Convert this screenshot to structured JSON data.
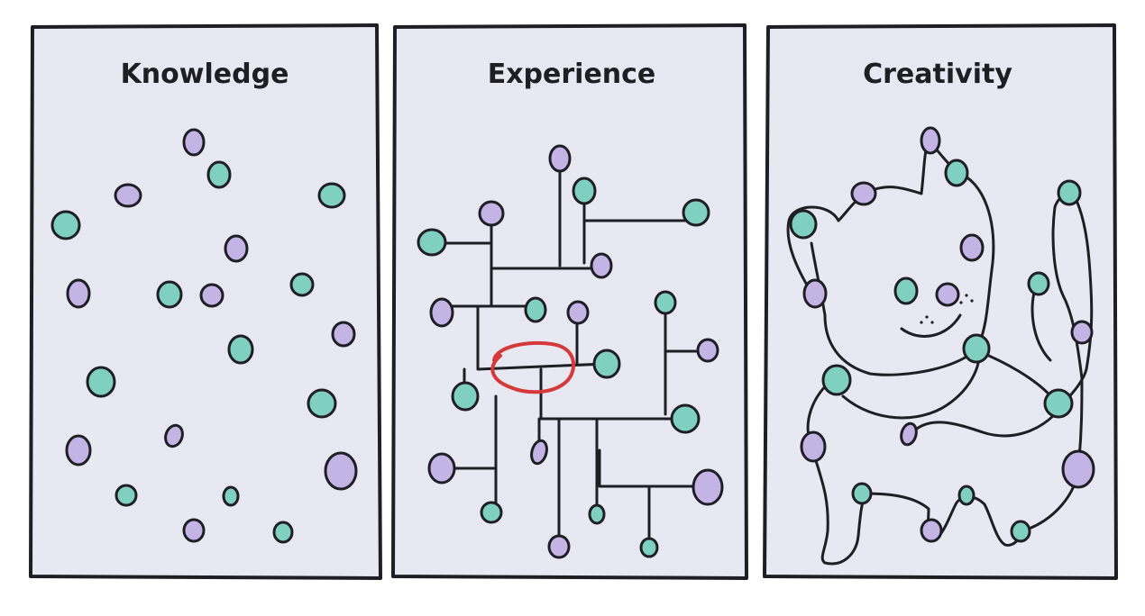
{
  "colors": {
    "background": "#ffffff",
    "panel_fill": "#e8e8f2",
    "ink": "#1e1e24",
    "teal_dot": "#7fd0c0",
    "purple_dot": "#c4b4e6",
    "highlight_circle": "#d43a3a"
  },
  "panels": [
    {
      "title": "Knowledge"
    },
    {
      "title": "Experience"
    },
    {
      "title": "Creativity"
    }
  ]
}
